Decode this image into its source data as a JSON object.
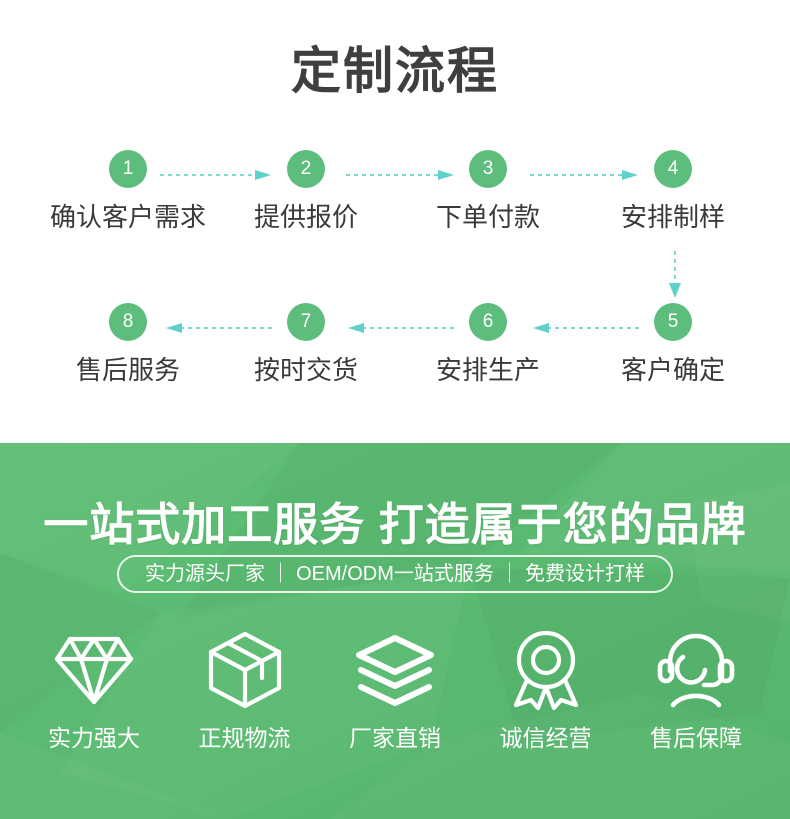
{
  "page": {
    "title": "定制流程"
  },
  "colors": {
    "title_text": "#3f3f3f",
    "step_circle": "#5cbd7d",
    "step_label": "#3a3a3a",
    "arrow": "#7fd9d3",
    "banner_green": "#5cbb72",
    "banner_text": "#ffffff"
  },
  "process": {
    "row1": [
      {
        "number": "1",
        "label": "确认客户需求"
      },
      {
        "number": "2",
        "label": "提供报价"
      },
      {
        "number": "3",
        "label": "下单付款"
      },
      {
        "number": "4",
        "label": "安排制样"
      }
    ],
    "row2": [
      {
        "number": "8",
        "label": "售后服务"
      },
      {
        "number": "7",
        "label": "按时交货"
      },
      {
        "number": "6",
        "label": "安排生产"
      },
      {
        "number": "5",
        "label": "客户确定"
      }
    ],
    "connectors": {
      "row1_direction": "right",
      "row2_direction": "left",
      "vertical_direction": "down",
      "style": "dashed"
    }
  },
  "banner": {
    "headline": "一站式加工服务 打造属于您的品牌",
    "subtitle": "实力源头厂家 ｜ OEM/ODM一站式服务 ｜ 免费设计打样",
    "features": [
      {
        "icon": "diamond-icon",
        "label": "实力强大"
      },
      {
        "icon": "box-icon",
        "label": "正规物流"
      },
      {
        "icon": "layers-icon",
        "label": "厂家直销"
      },
      {
        "icon": "medal-icon",
        "label": "诚信经营"
      },
      {
        "icon": "headset-icon",
        "label": "售后保障"
      }
    ]
  }
}
